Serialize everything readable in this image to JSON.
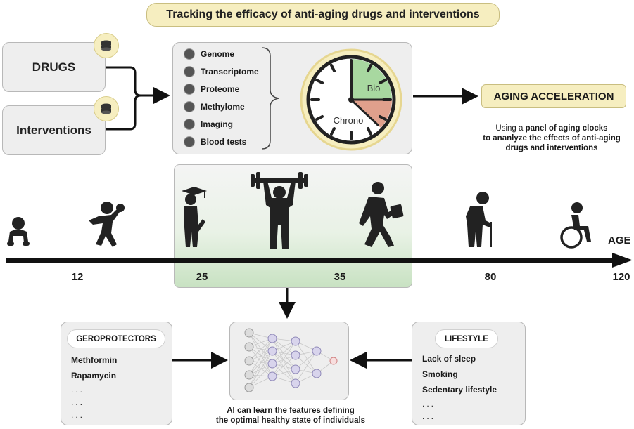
{
  "title": "Tracking the efficacy of anti-aging drugs and interventions",
  "inputs": {
    "drugs": "DRUGS",
    "interventions": "Interventions"
  },
  "omics": [
    "Genome",
    "Transcriptome",
    "Proteome",
    "Methylome",
    "Imaging",
    "Blood tests"
  ],
  "clock": {
    "bio": "Bio",
    "chrono": "Chrono"
  },
  "aging_acceleration": "AGING ACCELERATION",
  "aging_caption": {
    "line1_pre": "Using a ",
    "line1_bold": "panel of aging clocks",
    "line2": "to ananlyze the effects of anti-aging",
    "line3": "drugs and interventions"
  },
  "timeline": {
    "axis_label": "AGE",
    "ages": [
      "12",
      "25",
      "35",
      "80",
      "120"
    ]
  },
  "geroprotectors": {
    "header": "GEROPROTECTORS",
    "items": [
      "Methformin",
      "Rapamycin"
    ],
    "dots": [
      "...",
      "...",
      "..."
    ]
  },
  "lifestyle": {
    "header": "LIFESTYLE",
    "items": [
      "Lack of sleep",
      "Smoking",
      "Sedentary lifestyle"
    ],
    "dots": [
      "...",
      "..."
    ]
  },
  "ai_caption": {
    "line1": "AI can learn the features defining",
    "line2": "the optimal healthy state of individuals"
  },
  "colors": {
    "pill": "#f6eec0",
    "box": "#eeeeee",
    "green": "#c8e2c2",
    "clock_face": "#f6eec0",
    "bio_wedge": "#a8d8a0",
    "chrono_wedge": "#e0a08c"
  }
}
